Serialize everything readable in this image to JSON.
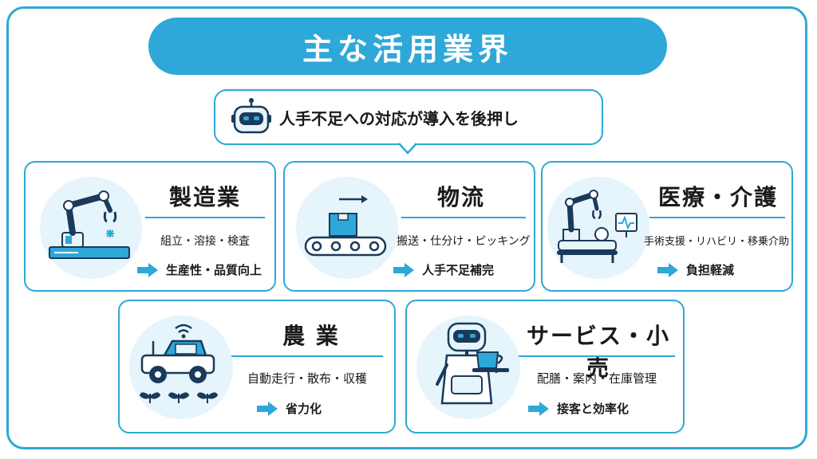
{
  "title": "主な活用業界",
  "subtitle": "人手不足への対応が導入を後押し",
  "colors": {
    "accent": "#2ea8d8",
    "circle_bg": "#e6f4fb",
    "dark": "#1a3a5a"
  },
  "cards": [
    {
      "name": "製造業",
      "sub": "組立・溶接・検査",
      "result": "生産性・品質向上",
      "icon": "robot-arm-icon"
    },
    {
      "name": "物流",
      "sub": "搬送・仕分け・ピッキング",
      "result": "人手不足補完",
      "icon": "conveyor-belt-icon"
    },
    {
      "name": "医療・介護",
      "sub": "手術支援・リハビリ・移乗介助",
      "result": "負担軽減",
      "icon": "medical-robot-icon"
    },
    {
      "name": "農 業",
      "sub": "自動走行・散布・収穫",
      "result": "省力化",
      "icon": "autonomous-tractor-icon"
    },
    {
      "name": "サービス・小売",
      "sub": "配膳・案内・在庫管理",
      "result": "接客と効率化",
      "icon": "serving-robot-icon"
    }
  ]
}
